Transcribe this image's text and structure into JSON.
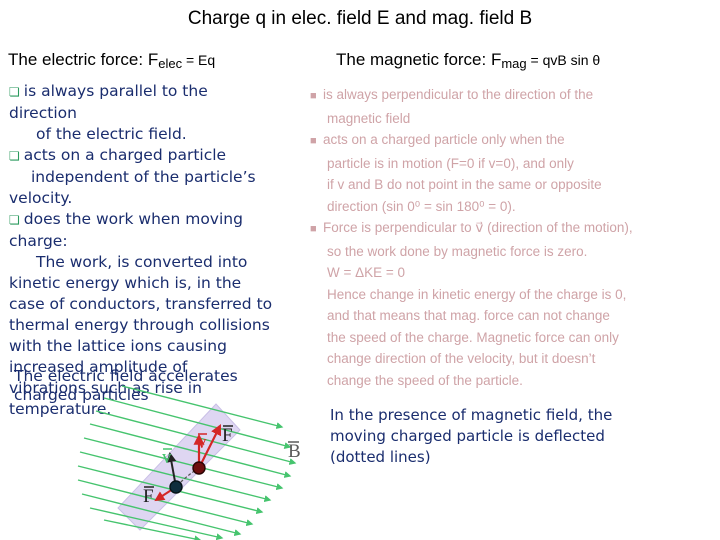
{
  "title": "Charge q in elec. field E and mag. field B",
  "left": {
    "header_text": "The electric force: F",
    "header_sub": "elec",
    "header_tail": " = Eq",
    "b1_line1": "is always parallel to the",
    "b1_line2": "direction",
    "b1_line3": "of the electric field.",
    "b2_line1": "acts on a charged particle",
    "b2_line2": "independent of the particle’s",
    "b2_line3": "velocity.",
    "b3_line1": "does the work when moving",
    "b3_line2": "charge:",
    "p_line1": "The work, is converted into",
    "p_line2": "kinetic energy which is, in the",
    "p_line3": "case of conductors, transferred to",
    "p_line4": "thermal energy through collisions",
    "p_line5": "with the lattice ions causing",
    "p_line6": "increased amplitude of",
    "p_line7": "vibrations such as rise in",
    "p_line8": "temperature.",
    "overlap_line1": "The electric field accelerates",
    "overlap_line2": "charged particles"
  },
  "right": {
    "header_text": "The magnetic force: F",
    "header_sub": "mag",
    "header_tail": " = qvB sin θ",
    "r1": "is always perpendicular to the direction of the",
    "r2": "magnetic field",
    "r3": "acts on a charged particle only when the",
    "r4": "particle is in motion  (F=0 if v=0), and only",
    "r5": "if v and B do not point in the same or opposite",
    "r6": "direction (sin 0⁰ = sin 180⁰  = 0).",
    "r7": "Force is perpendicular to v⃗ (direction of the motion),",
    "r8": "so the work done by magnetic force is zero.",
    "r9": "W = ΔKE = 0",
    "r10": "Hence change in kinetic energy of the charge is 0,",
    "r11": "and that means that mag. force can not change",
    "r12": "the speed of the charge. Magnetic force can only",
    "r13": "change direction of the velocity, but it doesn’t",
    "r14": "change the speed of the particle.",
    "caption_line1": "In the presence of magnetic field, the",
    "caption_line2": "moving charged particle is deflected",
    "caption_line3": "(dotted lines)"
  },
  "diagram": {
    "label_v_green": "v",
    "label_v_red": "v",
    "label_f_upper": "F",
    "label_f_lower": "F",
    "label_b": "B"
  },
  "colors": {
    "text_dark": "#1a2d6e",
    "bullet_green": "#2b9a5e",
    "faded_text": "#cfa3a7",
    "field_arrow": "#46c46e",
    "plane_fill": "#ded6f2",
    "red_arrow": "#d42727",
    "b_label": "#5a5a5a"
  }
}
